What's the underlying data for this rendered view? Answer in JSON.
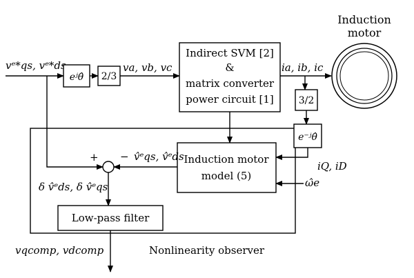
{
  "labels": {
    "motor_title_1": "Induction",
    "motor_title_2": "motor",
    "input_refs": "vᵉ*qs, vᵉ*ds",
    "rot_forward": "eʲθ̂",
    "two_thirds": "2/3",
    "voltages": "va, vb, vc",
    "svm_line1": "Indirect SVM [2]",
    "svm_line2": "&",
    "svm_line3": "matrix converter",
    "svm_line4": "power circuit [1]",
    "currents": "ia, ib, ic",
    "three_halves": "3/2",
    "rot_inverse": "e⁻ʲθ̂",
    "plus": "+",
    "minus": "−",
    "estimates": "v̂ᵉqs, v̂ᵉds",
    "model_line1": "Induction motor",
    "model_line2": "model (5)",
    "dq_currents": "iQ, iD",
    "omega": "ω̂e",
    "deltas": "δ v̂ᵉds, δ v̂ᵉqs",
    "lpf": "Low-pass filter",
    "outputs": "vqcomp, vdcomp",
    "observer": "Nonlinearity observer"
  }
}
